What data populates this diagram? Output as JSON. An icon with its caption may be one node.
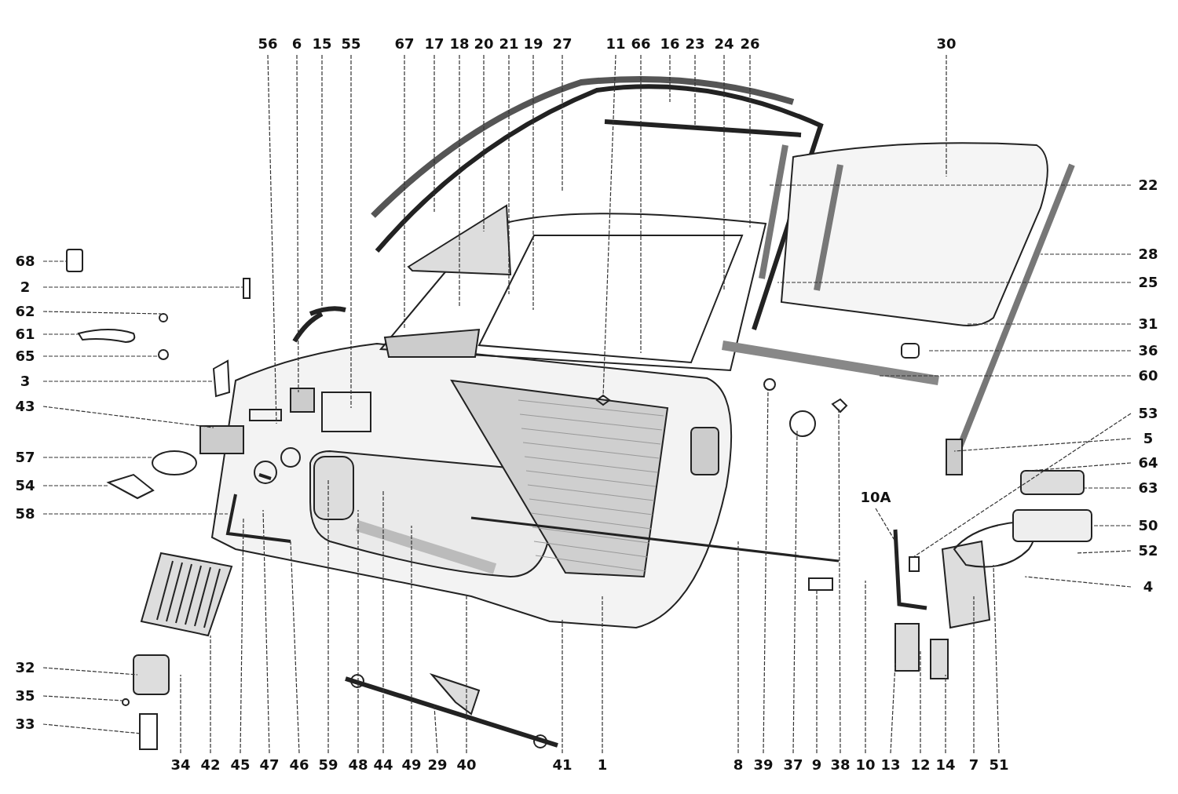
{
  "diagram": {
    "nodes": [
      {
        "text": [
          "56"
        ]
      },
      {
        "text": [
          "6"
        ]
      },
      {
        "text": [
          "15"
        ]
      },
      {
        "text": [
          "55"
        ]
      },
      {
        "text": [
          "67"
        ]
      },
      {
        "text": [
          "17"
        ]
      },
      {
        "text": [
          "18"
        ]
      },
      {
        "text": [
          "20"
        ]
      },
      {
        "text": [
          "21"
        ]
      },
      {
        "text": [
          "19"
        ]
      },
      {
        "text": [
          "27"
        ]
      },
      {
        "text": [
          "11"
        ]
      },
      {
        "text": [
          "66"
        ]
      },
      {
        "text": [
          "16"
        ]
      },
      {
        "text": [
          "23"
        ]
      },
      {
        "text": [
          "24"
        ]
      },
      {
        "text": [
          "26"
        ]
      },
      {
        "text": [
          "30"
        ]
      },
      {
        "text": [
          "22"
        ]
      },
      {
        "text": [
          "28"
        ]
      },
      {
        "text": [
          "25"
        ]
      },
      {
        "text": [
          "31"
        ]
      },
      {
        "text": [
          "36"
        ]
      },
      {
        "text": [
          "60"
        ]
      },
      {
        "text": [
          "53"
        ]
      },
      {
        "text": [
          "5"
        ]
      },
      {
        "text": [
          "64"
        ]
      },
      {
        "text": [
          "63"
        ]
      },
      {
        "text": [
          "50"
        ]
      },
      {
        "text": [
          "52"
        ]
      },
      {
        "text": [
          "4"
        ]
      },
      {
        "text": [
          "68"
        ]
      },
      {
        "text": [
          "2"
        ]
      },
      {
        "text": [
          "62"
        ]
      },
      {
        "text": [
          "61"
        ]
      },
      {
        "text": [
          "65"
        ]
      },
      {
        "text": [
          "3"
        ]
      },
      {
        "text": [
          "43"
        ]
      },
      {
        "text": [
          "57"
        ]
      },
      {
        "text": [
          "54"
        ]
      },
      {
        "text": [
          "58"
        ]
      },
      {
        "text": [
          "10A"
        ]
      },
      {
        "text": [
          "32"
        ]
      },
      {
        "text": [
          "35"
        ]
      },
      {
        "text": [
          "33"
        ]
      },
      {
        "text": [
          "34"
        ]
      },
      {
        "text": [
          "42"
        ]
      },
      {
        "text": [
          "45"
        ]
      },
      {
        "text": [
          "47"
        ]
      },
      {
        "text": [
          "46"
        ]
      },
      {
        "text": [
          "59"
        ]
      },
      {
        "text": [
          "48"
        ]
      },
      {
        "text": [
          "44"
        ]
      },
      {
        "text": [
          "49"
        ]
      },
      {
        "text": [
          "29"
        ]
      },
      {
        "text": [
          "40"
        ]
      },
      {
        "text": [
          "41"
        ]
      },
      {
        "text": [
          "1"
        ]
      },
      {
        "text": [
          "8"
        ]
      },
      {
        "text": [
          "39"
        ]
      },
      {
        "text": [
          "37"
        ]
      },
      {
        "text": [
          "9"
        ]
      },
      {
        "text": [
          "38"
        ]
      },
      {
        "text": [
          "10"
        ]
      },
      {
        "text": [
          "13"
        ]
      },
      {
        "text": [
          "12"
        ]
      },
      {
        "text": [
          "14"
        ]
      },
      {
        "text": [
          "7"
        ]
      },
      {
        "text": [
          "51"
        ]
      }
    ],
    "edges": [
      {
        "from": 0,
        "to": null,
        "arrow": "none"
      },
      {
        "from": 1,
        "to": null,
        "arrow": "none"
      },
      {
        "from": 2,
        "to": null,
        "arrow": "none"
      },
      {
        "from": 3,
        "to": null,
        "arrow": "none"
      },
      {
        "from": 4,
        "to": null,
        "arrow": "none"
      },
      {
        "from": 5,
        "to": null,
        "arrow": "none"
      },
      {
        "from": 6,
        "to": null,
        "arrow": "none"
      },
      {
        "from": 7,
        "to": null,
        "arrow": "none"
      },
      {
        "from": 8,
        "to": null,
        "arrow": "none"
      },
      {
        "from": 9,
        "to": null,
        "arrow": "none"
      },
      {
        "from": 10,
        "to": null,
        "arrow": "none"
      },
      {
        "from": 11,
        "to": null,
        "arrow": "none"
      },
      {
        "from": 12,
        "to": null,
        "arrow": "none"
      },
      {
        "from": 13,
        "to": null,
        "arrow": "none"
      },
      {
        "from": 14,
        "to": null,
        "arrow": "none"
      },
      {
        "from": 15,
        "to": null,
        "arrow": "none"
      },
      {
        "from": 16,
        "to": null,
        "arrow": "none"
      },
      {
        "from": 17,
        "to": null,
        "arrow": "none"
      },
      {
        "from": 18,
        "to": null,
        "arrow": "none"
      },
      {
        "from": 19,
        "to": null,
        "arrow": "none"
      },
      {
        "from": 20,
        "to": null,
        "arrow": "none"
      },
      {
        "from": 21,
        "to": null,
        "arrow": "none"
      },
      {
        "from": 22,
        "to": null,
        "arrow": "none"
      },
      {
        "from": 23,
        "to": null,
        "arrow": "none"
      },
      {
        "from": 24,
        "to": null,
        "arrow": "none"
      },
      {
        "from": 25,
        "to": null,
        "arrow": "none"
      },
      {
        "from": 26,
        "to": null,
        "arrow": "none"
      },
      {
        "from": 27,
        "to": null,
        "arrow": "none"
      },
      {
        "from": 28,
        "to": null,
        "arrow": "none"
      },
      {
        "from": 29,
        "to": null,
        "arrow": "none"
      },
      {
        "from": 30,
        "to": null,
        "arrow": "none"
      },
      {
        "from": 31,
        "to": null,
        "arrow": "none"
      },
      {
        "from": 32,
        "to": null,
        "arrow": "none"
      },
      {
        "from": 33,
        "to": null,
        "arrow": "none"
      },
      {
        "from": 34,
        "to": null,
        "arrow": "none"
      },
      {
        "from": 35,
        "to": null,
        "arrow": "none"
      },
      {
        "from": 36,
        "to": null,
        "arrow": "none"
      },
      {
        "from": 37,
        "to": null,
        "arrow": "none"
      },
      {
        "from": 38,
        "to": null,
        "arrow": "none"
      },
      {
        "from": 39,
        "to": null,
        "arrow": "none"
      },
      {
        "from": 40,
        "to": null,
        "arrow": "none"
      },
      {
        "from": 41,
        "to": null,
        "arrow": "none"
      },
      {
        "from": 42,
        "to": null,
        "arrow": "none"
      },
      {
        "from": 43,
        "to": null,
        "arrow": "none"
      },
      {
        "from": 44,
        "to": null,
        "arrow": "none"
      },
      {
        "from": 45,
        "to": null,
        "arrow": "none"
      },
      {
        "from": 46,
        "to": null,
        "arrow": "none"
      },
      {
        "from": 47,
        "to": null,
        "arrow": "none"
      },
      {
        "from": 48,
        "to": null,
        "arrow": "none"
      },
      {
        "from": 49,
        "to": null,
        "arrow": "none"
      },
      {
        "from": 50,
        "to": null,
        "arrow": "none"
      },
      {
        "from": 51,
        "to": null,
        "arrow": "none"
      },
      {
        "from": 52,
        "to": null,
        "arrow": "none"
      },
      {
        "from": 53,
        "to": null,
        "arrow": "none"
      },
      {
        "from": 54,
        "to": null,
        "arrow": "none"
      },
      {
        "from": 55,
        "to": null,
        "arrow": "none"
      },
      {
        "from": 56,
        "to": null,
        "arrow": "none"
      },
      {
        "from": 57,
        "to": null,
        "arrow": "none"
      },
      {
        "from": 58,
        "to": null,
        "arrow": "none"
      },
      {
        "from": 59,
        "to": null,
        "arrow": "none"
      },
      {
        "from": 60,
        "to": null,
        "arrow": "none"
      },
      {
        "from": 61,
        "to": null,
        "arrow": "none"
      },
      {
        "from": 62,
        "to": null,
        "arrow": "none"
      },
      {
        "from": 63,
        "to": null,
        "arrow": "none"
      },
      {
        "from": 64,
        "to": null,
        "arrow": "none"
      },
      {
        "from": 65,
        "to": null,
        "arrow": "none"
      },
      {
        "from": 66,
        "to": null,
        "arrow": "none"
      },
      {
        "from": 67,
        "to": null,
        "arrow": "none"
      },
      {
        "from": 68,
        "to": null,
        "arrow": "none"
      }
    ]
  }
}
